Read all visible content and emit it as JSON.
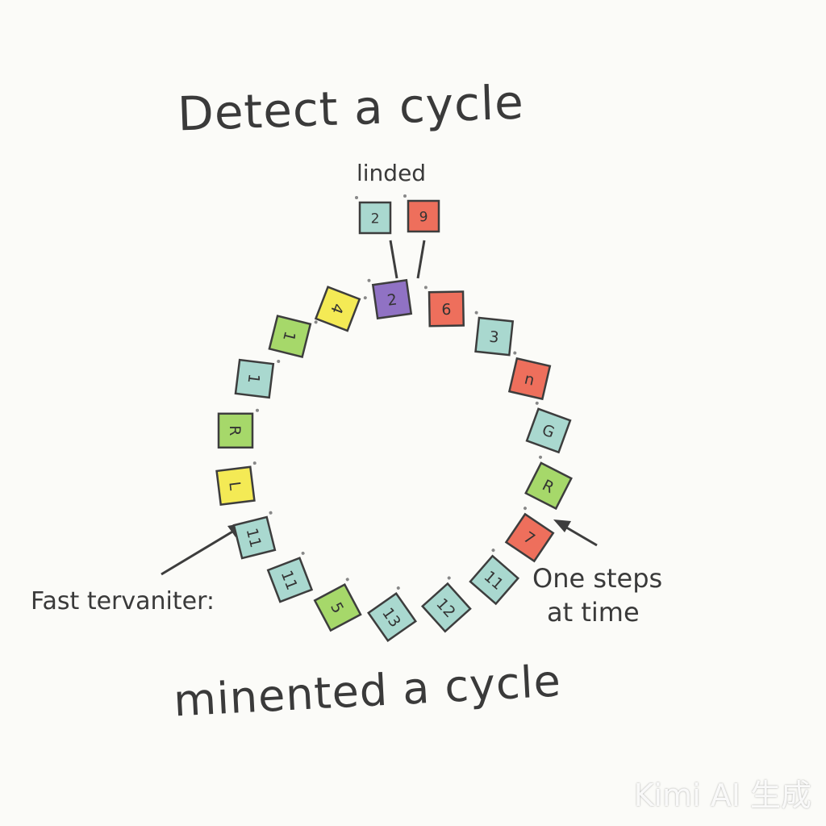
{
  "title": "Detect a cycle",
  "subtitle": "minented a cycle",
  "linked_label": "linded",
  "fast_label": "Fast tervaniter:",
  "one_label": {
    "line1": "One steps",
    "line2": "at time"
  },
  "watermark": "Kimi AI 生成",
  "colors": {
    "teal": "#a9d8cf",
    "red": "#ee6f5c",
    "green": "#a6d86a",
    "yellow": "#f4ea55",
    "purple": "#9072c4",
    "stroke": "#3d3d3d"
  },
  "tail_nodes": [
    {
      "label": "2",
      "color": "teal"
    },
    {
      "label": "9",
      "color": "red"
    }
  ],
  "ring_nodes": [
    {
      "label": "2",
      "color": "purple"
    },
    {
      "label": "6",
      "color": "red"
    },
    {
      "label": "3",
      "color": "teal"
    },
    {
      "label": "n",
      "color": "red"
    },
    {
      "label": "G",
      "color": "teal"
    },
    {
      "label": "R",
      "color": "green"
    },
    {
      "label": "7",
      "color": "red"
    },
    {
      "label": "11",
      "color": "teal"
    },
    {
      "label": "12",
      "color": "teal"
    },
    {
      "label": "13",
      "color": "teal"
    },
    {
      "label": "5",
      "color": "green"
    },
    {
      "label": "11",
      "color": "teal"
    },
    {
      "label": "11",
      "color": "teal"
    },
    {
      "label": "L",
      "color": "yellow"
    },
    {
      "label": "R",
      "color": "green"
    },
    {
      "label": "1",
      "color": "teal"
    },
    {
      "label": "1",
      "color": "green"
    },
    {
      "label": "4",
      "color": "yellow"
    }
  ]
}
